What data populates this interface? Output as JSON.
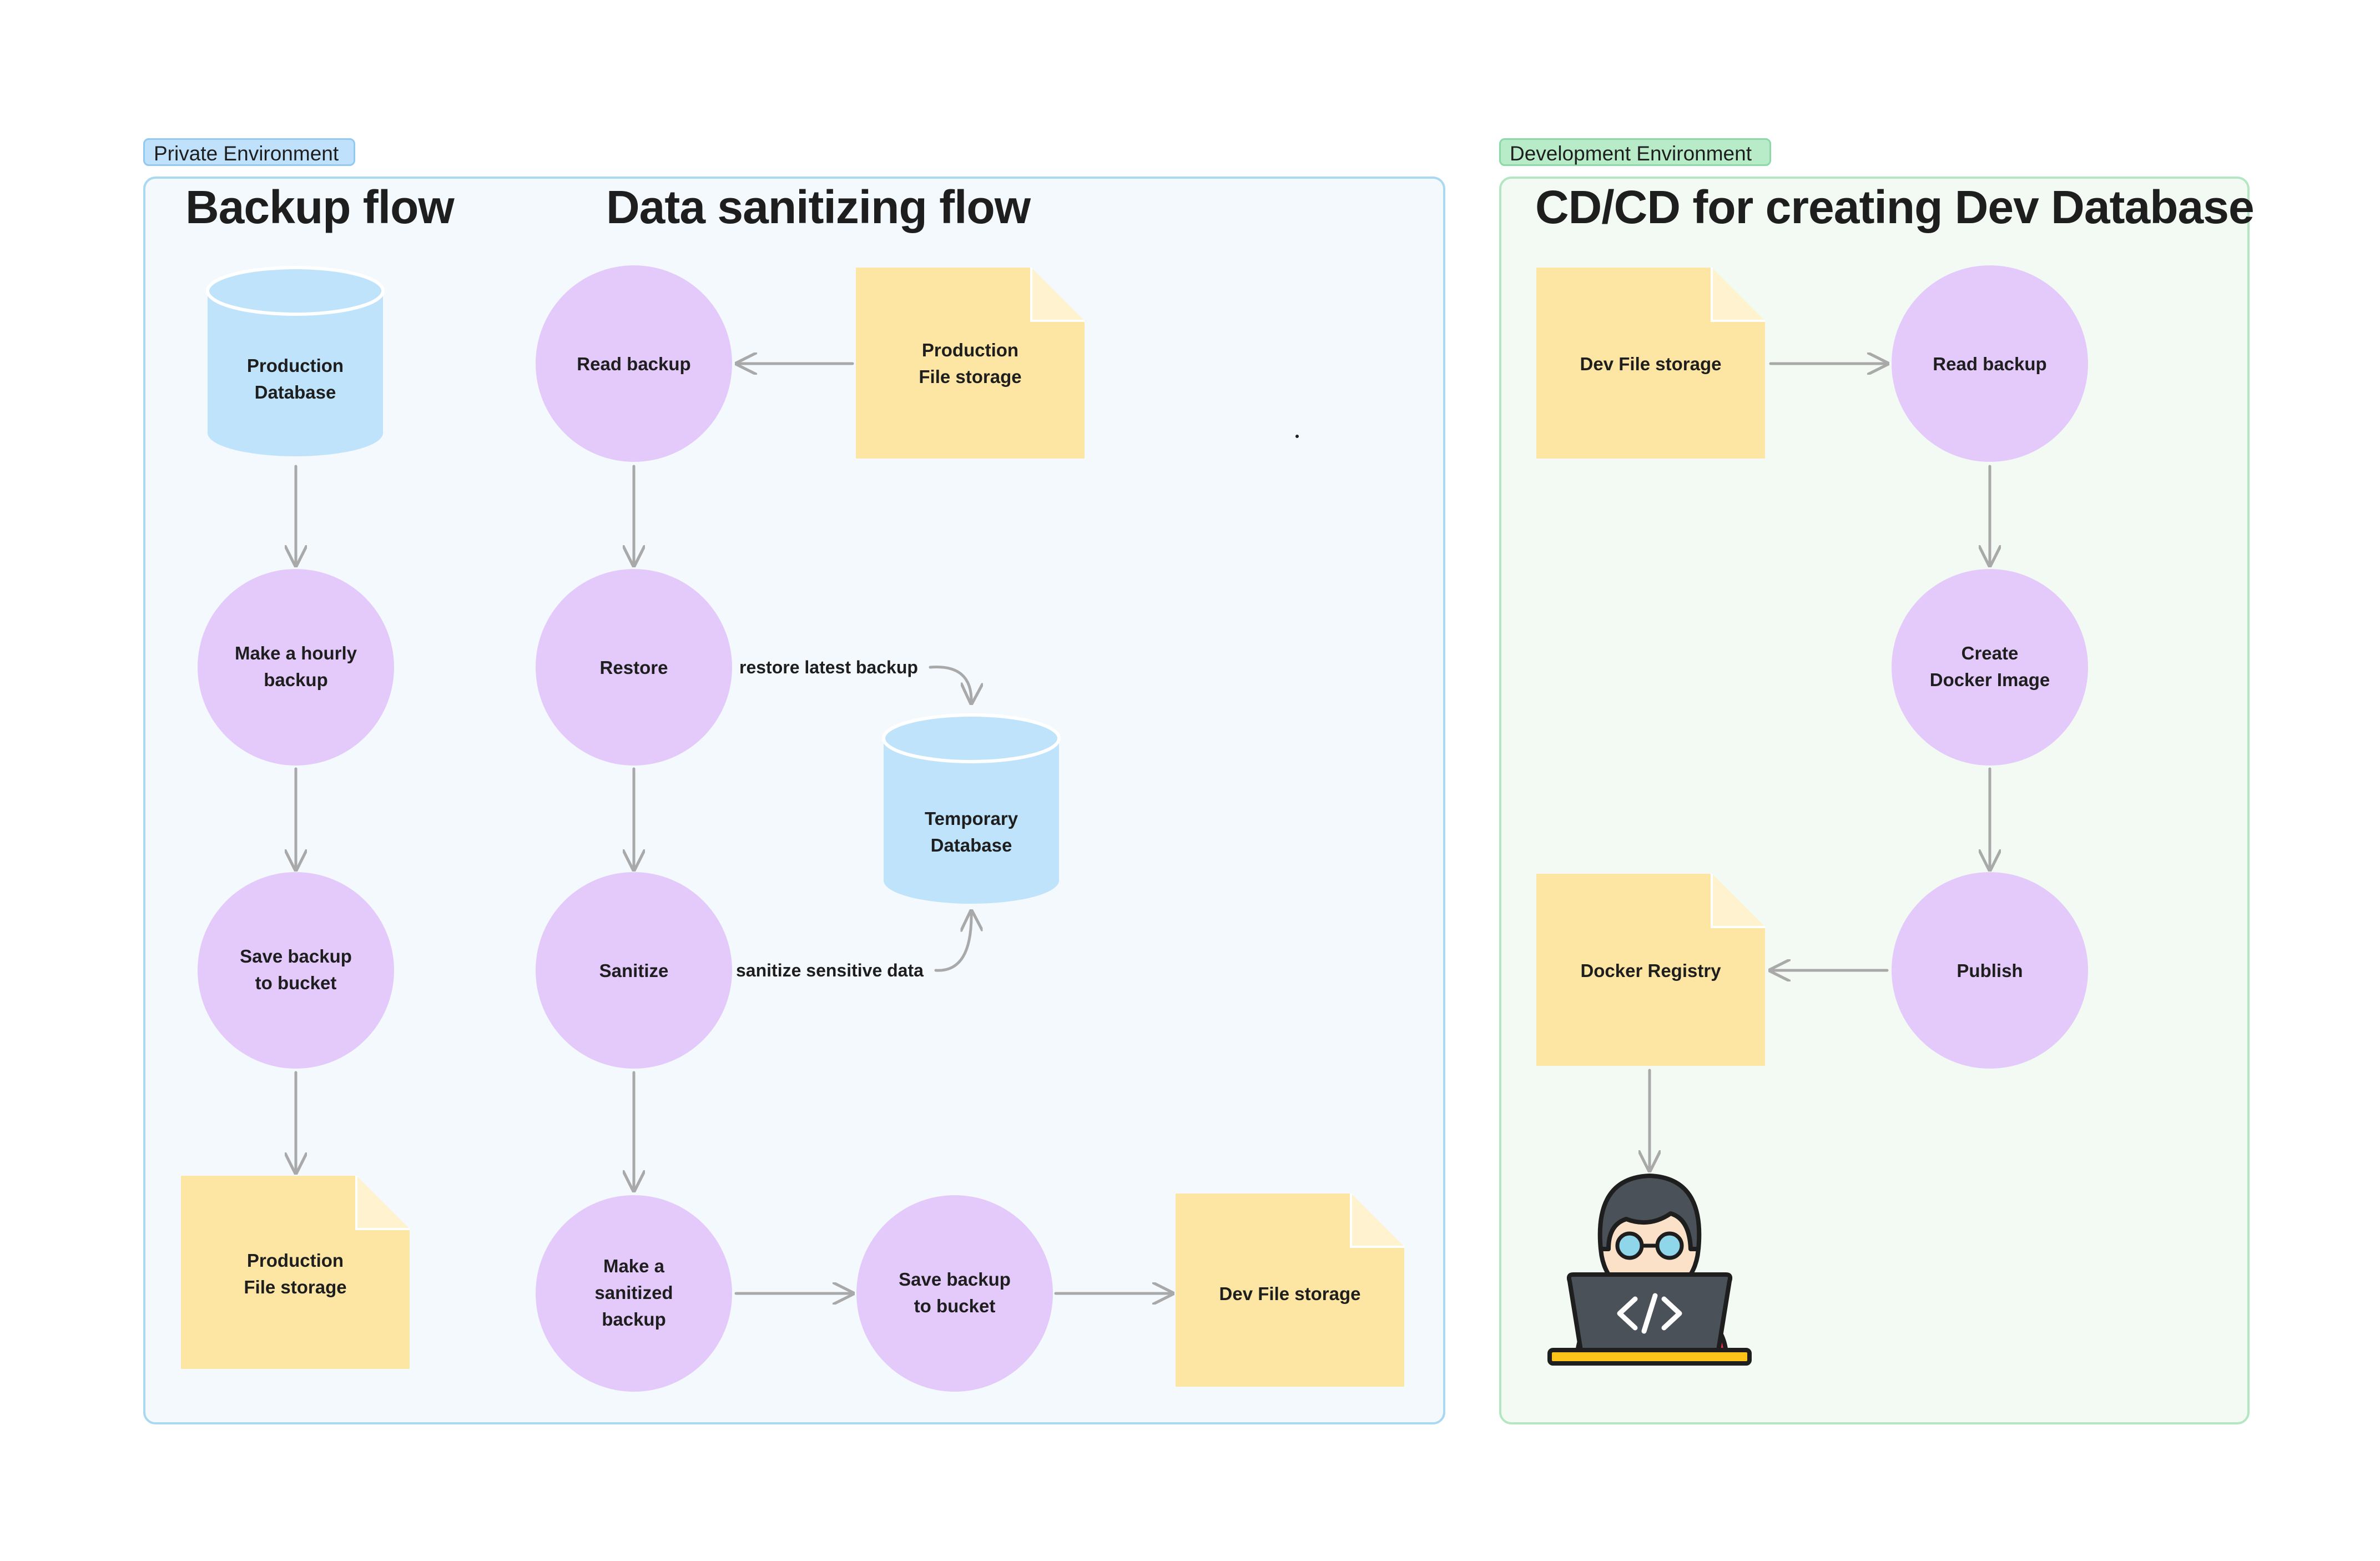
{
  "environments": {
    "private": "Private Environment",
    "development": "Development Environment"
  },
  "titles": {
    "backup_flow": "Backup flow",
    "sanitizing_flow": "Data sanitizing flow",
    "cd_flow": "CD/CD for creating Dev Database"
  },
  "backup_flow": {
    "production_database": [
      "Production",
      "Database"
    ],
    "hourly_backup": [
      "Make a hourly",
      "backup"
    ],
    "save_backup": [
      "Save backup",
      "to bucket"
    ],
    "production_storage": [
      "Production",
      "File storage"
    ]
  },
  "sanitizing_flow": {
    "read_backup": [
      "Read backup"
    ],
    "production_storage": [
      "Production",
      "File storage"
    ],
    "restore": [
      "Restore"
    ],
    "restore_edge": "restore latest backup",
    "temporary_database": [
      "Temporary",
      "Database"
    ],
    "sanitize": [
      "Sanitize"
    ],
    "sanitize_edge": "sanitize sensitive data",
    "sanitized_backup": [
      "Make a",
      "sanitized",
      "backup"
    ],
    "save_backup": [
      "Save backup",
      "to bucket"
    ],
    "dev_storage": [
      "Dev File storage"
    ]
  },
  "cd_flow": {
    "dev_storage": [
      "Dev File storage"
    ],
    "read_backup": [
      "Read backup"
    ],
    "create_image": [
      "Create",
      "Docker Image"
    ],
    "publish": [
      "Publish"
    ],
    "docker_registry": [
      "Docker Registry"
    ]
  },
  "icons": {
    "developer": "developer-laptop-icon"
  },
  "colors": {
    "process_circle": "#e3cafb",
    "database": "#bee3fb",
    "file_note": "#fde6a3",
    "arrow": "#a9a9a9"
  }
}
